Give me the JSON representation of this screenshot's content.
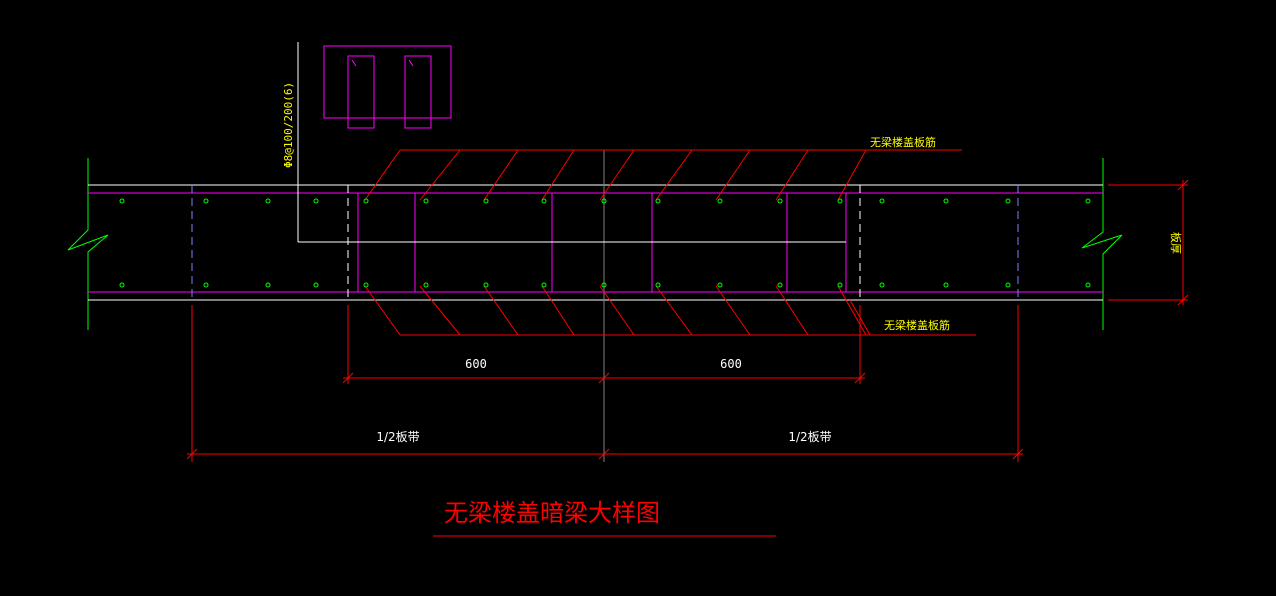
{
  "colors": {
    "background": "#000000",
    "outline": "#ffffff",
    "rebar": "#ff00ff",
    "dimension": "#ff0000",
    "dots": "#00ff00",
    "label_yellow": "#ffff00",
    "title": "#ff0000",
    "center": "#808080"
  },
  "labels": {
    "stirrup_spec": "Φ8@100/200(6)",
    "top_rebar": "无梁楼盖板筋",
    "bottom_rebar": "无梁楼盖板筋",
    "slab_thickness": "板厚",
    "dim_left_600": "600",
    "dim_right_600": "600",
    "dim_left_half": "1/2板带",
    "dim_right_half": "1/2板带"
  },
  "title": "无梁楼盖暗梁大样图"
}
